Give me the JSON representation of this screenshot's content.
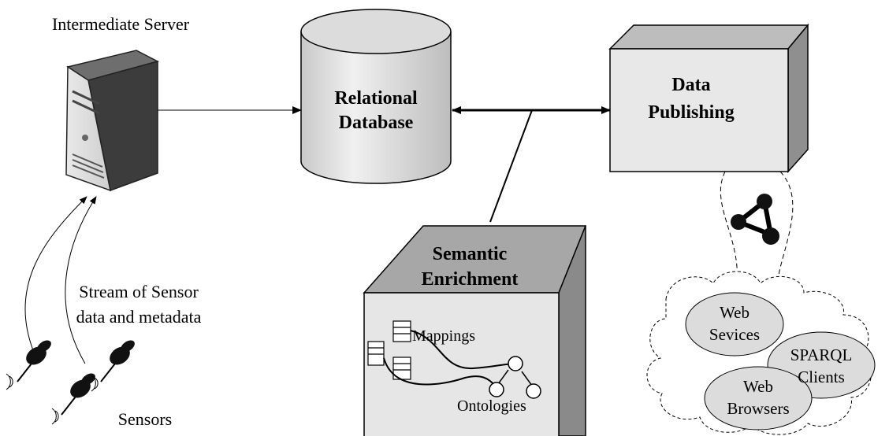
{
  "labels": {
    "intermediate_server": "Intermediate Server",
    "relational_db_line1": "Relational",
    "relational_db_line2": "Database",
    "data_publishing_line1": "Data",
    "data_publishing_line2": "Publishing",
    "semantic_enrichment_line1": "Semantic",
    "semantic_enrichment_line2": "Enrichment",
    "mappings": "Mappings",
    "ontologies": "Ontologies",
    "stream_line1": "Stream of Sensor",
    "stream_line2": "data and metadata",
    "sensors": "Sensors",
    "web_services_line1": "Web",
    "web_services_line2": "Sevices",
    "sparql_line1": "SPARQL",
    "sparql_line2": "Clients",
    "web_browsers_line1": "Web",
    "web_browsers_line2": "Browsers"
  },
  "icons": {
    "server": "server-tower-icon",
    "database": "database-cylinder-icon",
    "semantic_web": "semantic-web-logo-icon",
    "sensor": "pushpin-sensor-icon"
  },
  "colors": {
    "stroke": "#000000",
    "box_face": "#e6e6e6",
    "box_top": "#cfcfcf",
    "box_side": "#a9a9a9",
    "cloud_bubble": "#dcdcdc"
  }
}
